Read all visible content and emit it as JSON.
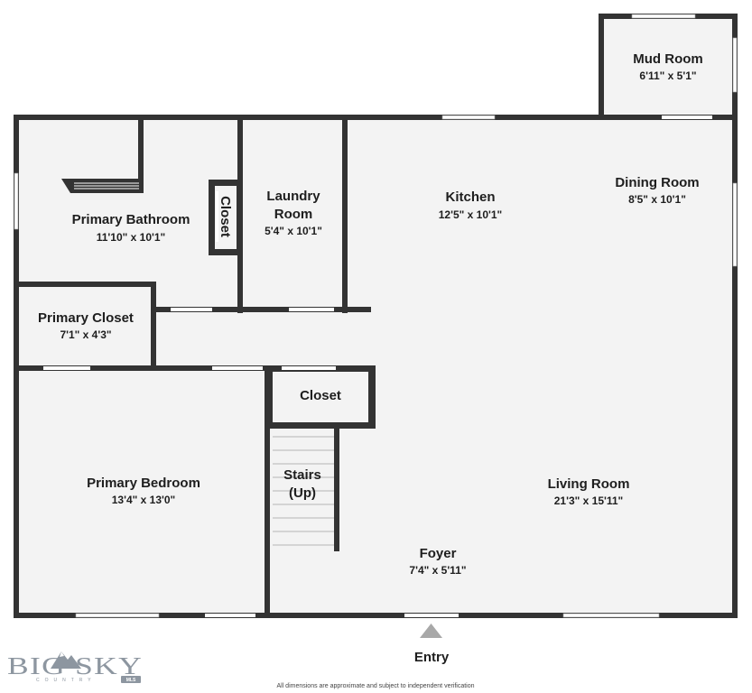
{
  "rooms": {
    "mud_room": {
      "name": "Mud Room",
      "dims": "6'11\" x 5'1\""
    },
    "dining_room": {
      "name": "Dining Room",
      "dims": "8'5\" x 10'1\""
    },
    "kitchen": {
      "name": "Kitchen",
      "dims": "12'5\" x 10'1\""
    },
    "laundry_room": {
      "name_line1": "Laundry",
      "name_line2": "Room",
      "dims": "5'4\" x 10'1\""
    },
    "primary_bathroom": {
      "name": "Primary Bathroom",
      "dims": "11'10\" x 10'1\""
    },
    "bath_closet": {
      "name": "Closet"
    },
    "primary_closet": {
      "name": "Primary Closet",
      "dims": "7'1\" x 4'3\""
    },
    "closet": {
      "name": "Closet"
    },
    "stairs": {
      "name_line1": "Stairs",
      "name_line2": "(Up)"
    },
    "primary_bedroom": {
      "name": "Primary Bedroom",
      "dims": "13'4\" x 13'0\""
    },
    "living_room": {
      "name": "Living Room",
      "dims": "21'3\" x 15'11\""
    },
    "foyer": {
      "name": "Foyer",
      "dims": "7'4\" x 5'11\""
    }
  },
  "entry": {
    "label": "Entry"
  },
  "logo": {
    "text": "BIG SKY",
    "sub": "COUNTRY",
    "badge": "MLS"
  },
  "footer": {
    "disclaimer": "All dimensions are approximate and subject to independent verification"
  },
  "colors": {
    "wall": "#333333",
    "floor": "#f3f3f3",
    "window": "#ffffff",
    "arrow": "#a8a8a8",
    "logo": "#8d96a0"
  }
}
